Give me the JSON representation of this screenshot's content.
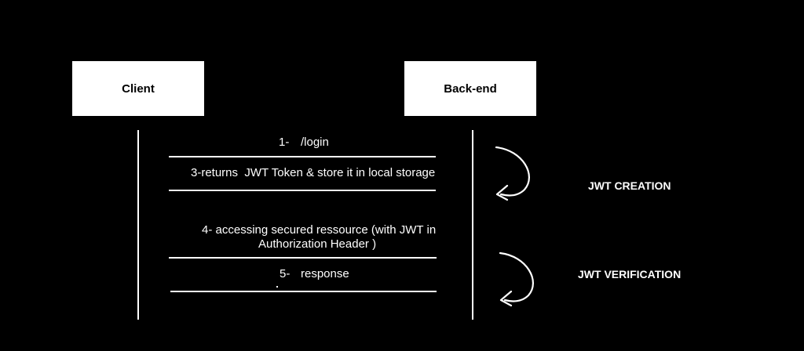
{
  "actors": {
    "client": "Client",
    "backend": "Back-end"
  },
  "messages": [
    {
      "number": "1-",
      "text": "/login"
    },
    {
      "text": "3-returns  JWT Token & store it in local storage"
    },
    {
      "line1": "4- accessing secured ressource (with JWT in",
      "line2": "Authorization Header )"
    },
    {
      "number": "5-",
      "text": "response"
    }
  ],
  "phases": {
    "creation": "JWT CREATION",
    "verification": "JWT VERIFICATION"
  },
  "colors": {
    "background": "#000000",
    "foreground": "#ffffff",
    "box_text": "#000000"
  },
  "icons": {
    "self_arrow_creation": "curved-arrow-icon",
    "self_arrow_verification": "curved-arrow-icon"
  }
}
